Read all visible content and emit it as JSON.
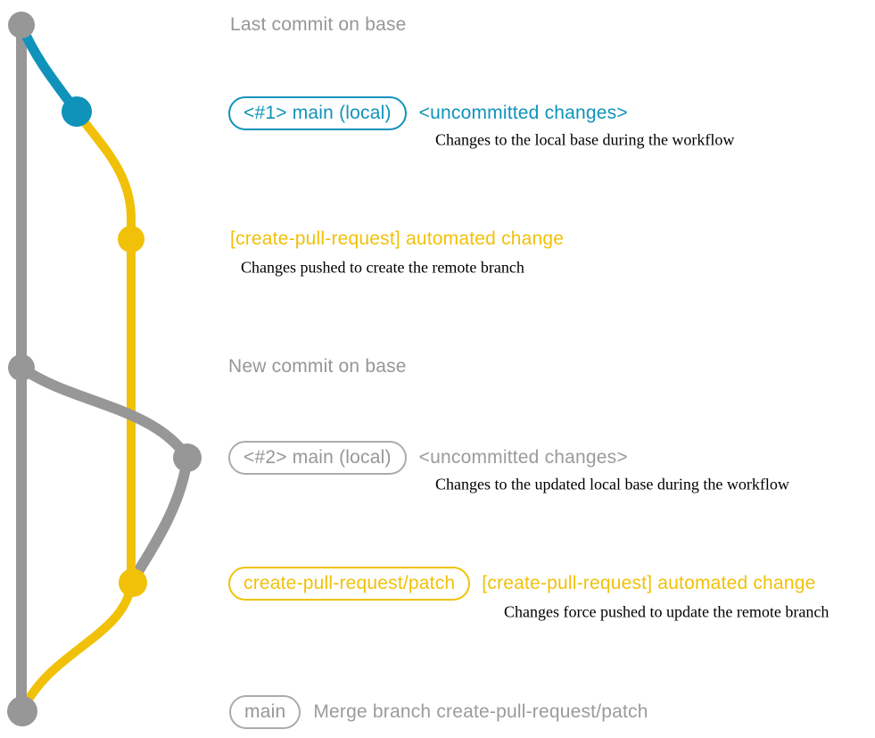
{
  "colors": {
    "base_gray": "#979797",
    "badge_border_gray": "#ababab",
    "teal": "#0f93bb",
    "yellow": "#f1c109",
    "description_black": "#000000"
  },
  "rows": {
    "last_commit": {
      "label": "Last commit on base"
    },
    "uncommitted_1": {
      "badge": "<#1> main (local)",
      "note": "<uncommitted changes>",
      "description": "Changes to the local base during the workflow"
    },
    "automated_1": {
      "heading": "[create-pull-request] automated change",
      "description": "Changes pushed to create the remote branch"
    },
    "new_commit": {
      "label": "New commit on base"
    },
    "uncommitted_2": {
      "badge": "<#2> main (local)",
      "note": "<uncommitted changes>",
      "description": "Changes to the updated local base during the workflow"
    },
    "automated_2": {
      "badge": "create-pull-request/patch",
      "heading": "[create-pull-request] automated change",
      "description": "Changes force pushed to update the remote branch"
    },
    "merge": {
      "badge": "main",
      "label": "Merge branch create-pull-request/patch"
    }
  }
}
